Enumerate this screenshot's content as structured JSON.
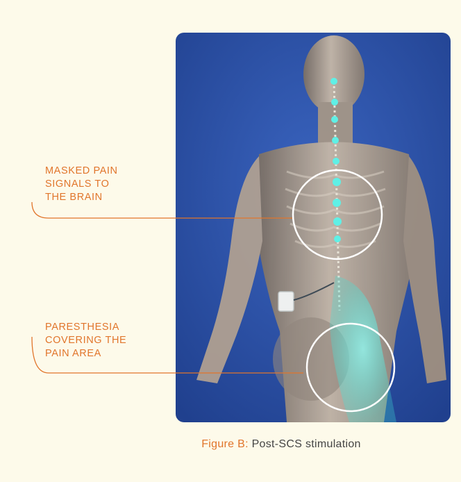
{
  "callouts": {
    "masked_pain": [
      "MASKED PAIN",
      "SIGNALS TO",
      "THE BRAIN"
    ],
    "paresthesia": [
      "PARESTHESIA",
      "COVERING THE",
      "PAIN AREA"
    ]
  },
  "caption": {
    "prefix": "Figure B:",
    "text": " Post-SCS stimulation"
  },
  "colors": {
    "background": "#fdfaea",
    "panel_blue": "#2b4ea0",
    "accent_orange": "#e1752b",
    "stimulation_cyan": "#3fe0d6"
  }
}
